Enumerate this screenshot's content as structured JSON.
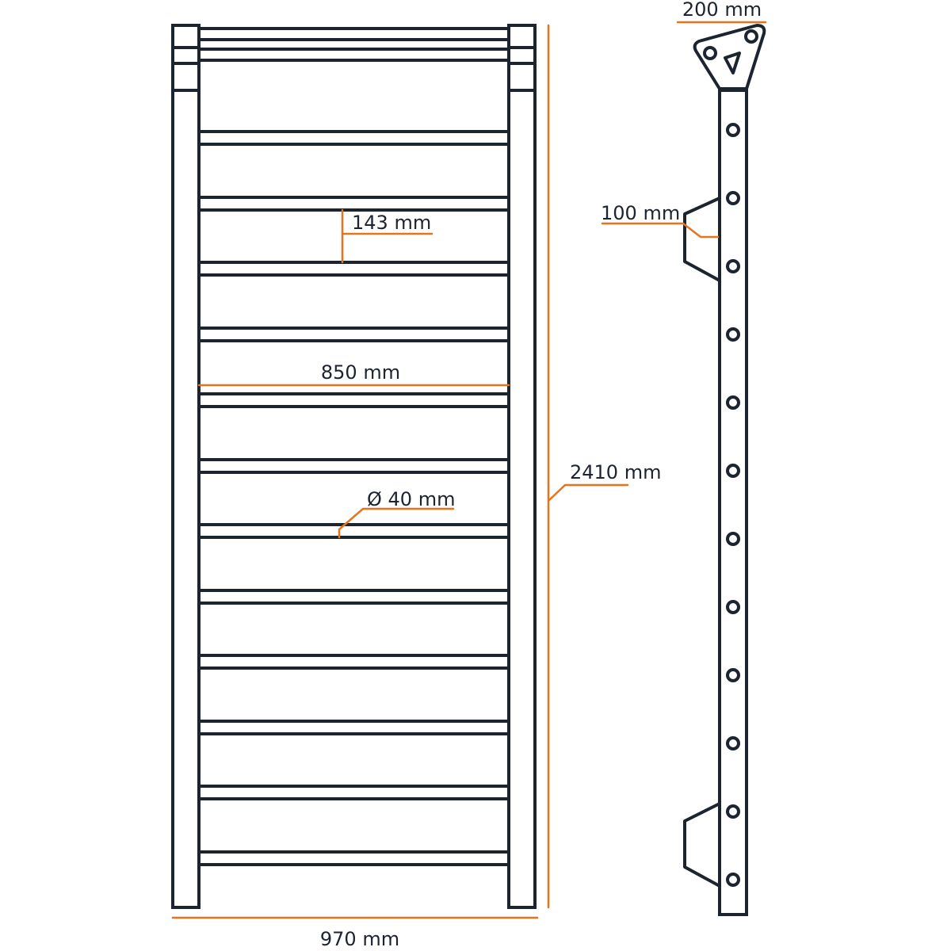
{
  "colors": {
    "outline": "#1c2430",
    "dimension": "#e8731e",
    "background": "#ffffff"
  },
  "dimensions": {
    "outer_width": "970 mm",
    "rung_length": "850 mm",
    "height": "2410 mm",
    "rung_spacing": "143 mm",
    "rung_diameter": "Ø 40 mm",
    "mount_depth": "200 mm",
    "bracket_depth": "100 mm"
  },
  "front_view": {
    "rung_count": 12,
    "top_rail_count": 2
  },
  "side_view": {
    "hole_count": 12,
    "bracket_count": 2
  }
}
